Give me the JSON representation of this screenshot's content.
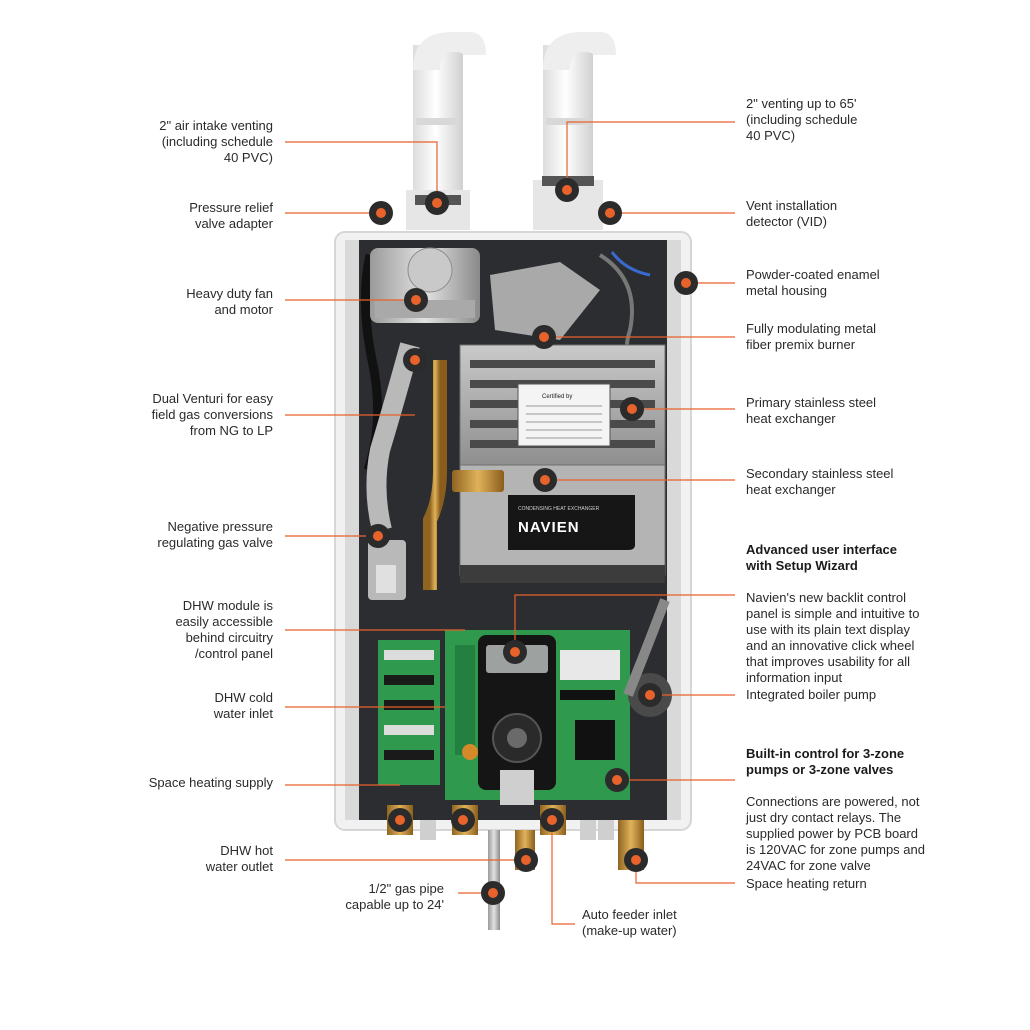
{
  "colors": {
    "accent": "#e8622c",
    "marker_ring": "#2b2b2b",
    "housing": "#f3f3f3",
    "interior": "#2a2c2e",
    "pcb": "#2f9a4e",
    "brass": "#c8923a",
    "pvc": "#f7f7f7"
  },
  "product": {
    "heat_exchanger_caption": "CONDENSING HEAT EXCHANGER",
    "brand": "NAVIEN",
    "rating_plate_heading": "Certified by"
  },
  "callouts": {
    "air_intake": "2\" air intake venting\n(including schedule\n40 PVC)",
    "pressure_relief": "Pressure relief\nvalve adapter",
    "fan_motor": "Heavy duty fan\nand motor",
    "dual_venturi": "Dual Venturi for easy\nfield gas conversions\nfrom NG to LP",
    "gas_valve": "Negative pressure\nregulating gas valve",
    "dhw_module": "DHW module is\neasily accessible\nbehind circuitry\n/control panel",
    "dhw_cold": "DHW cold\nwater inlet",
    "space_heating_supply": "Space heating supply",
    "dhw_hot": "DHW hot\nwater outlet",
    "gas_pipe": "1/2\" gas pipe\ncapable up to 24'",
    "auto_feeder": "Auto feeder inlet\n(make-up water)",
    "venting": "2\" venting up to 65'\n(including schedule\n40 PVC)",
    "vid": "Vent installation\ndetector (VID)",
    "housing": "Powder-coated enamel\nmetal housing",
    "burner": "Fully modulating metal\nfiber premix burner",
    "primary_hx": "Primary stainless steel\nheat exchanger",
    "secondary_hx": "Secondary stainless steel\nheat exchanger",
    "ui_title": "Advanced user interface\nwith Setup Wizard",
    "ui_body": "Navien's new backlit control\npanel is simple and intuitive to\nuse with its plain text display\nand an innovative click wheel\nthat improves usability for all\ninformation input",
    "boiler_pump": "Integrated boiler pump",
    "control_title": "Built-in control for 3-zone\npumps or 3-zone valves",
    "control_body": "Connections are powered, not\njust dry contact relays. The\nsupplied power by PCB board\nis 120VAC for zone pumps and\n24VAC for zone valve",
    "space_heating_return": "Space heating return"
  }
}
